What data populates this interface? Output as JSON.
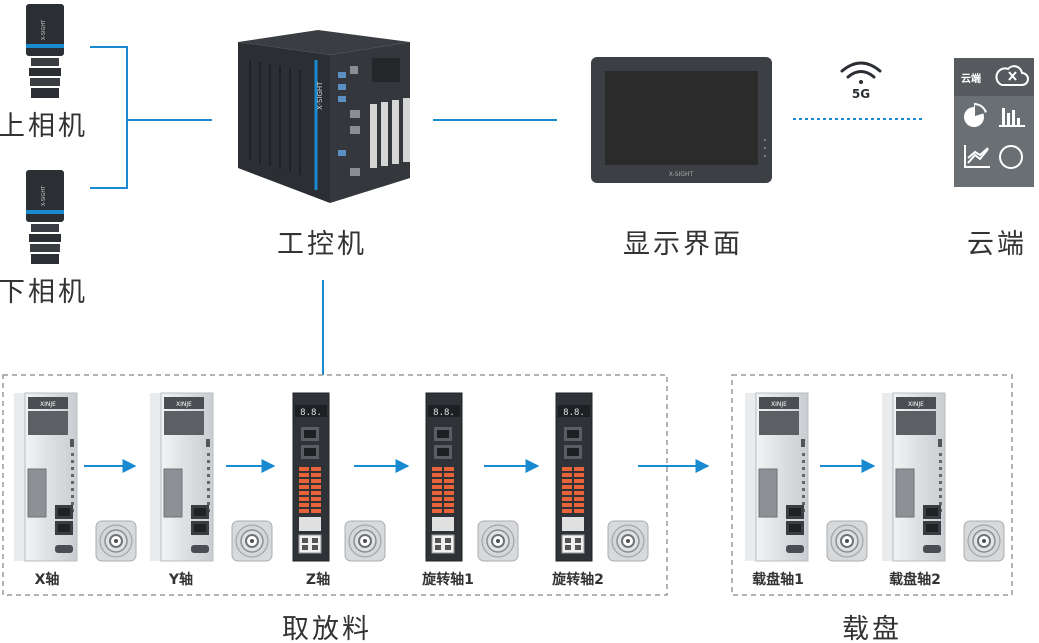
{
  "colors": {
    "accent": "#1a8ad0",
    "device_dark": "#2b2f33",
    "driver_body": "#d9dcdf",
    "frame_dash": "#9a9a9a",
    "text": "#333333"
  },
  "cameras": {
    "top_label": "上相机",
    "bottom_label": "下相机",
    "brand_text": "X-SIGHT"
  },
  "ipc": {
    "label": "工控机",
    "brand_text": "X-SIGHT"
  },
  "display": {
    "label": "显示界面",
    "brand_text": "X-SIGHT"
  },
  "network": {
    "label": "5G"
  },
  "cloud": {
    "label": "云端",
    "panel_title": "云端"
  },
  "groups": {
    "pick_place": {
      "label": "取放料",
      "axes": [
        {
          "label": "X轴",
          "driver": "gray",
          "brand": "XINJE"
        },
        {
          "label": "Y轴",
          "driver": "gray",
          "brand": "XINJE"
        },
        {
          "label": "Z轴",
          "driver": "dark",
          "display": "8.8."
        },
        {
          "label": "旋转轴1",
          "driver": "dark",
          "display": "8.8."
        },
        {
          "label": "旋转轴2",
          "driver": "dark",
          "display": "8.8."
        }
      ]
    },
    "tray": {
      "label": "载盘",
      "axes": [
        {
          "label": "载盘轴1",
          "driver": "gray",
          "brand": "XINJE"
        },
        {
          "label": "载盘轴2",
          "driver": "gray",
          "brand": "XINJE"
        }
      ]
    }
  }
}
